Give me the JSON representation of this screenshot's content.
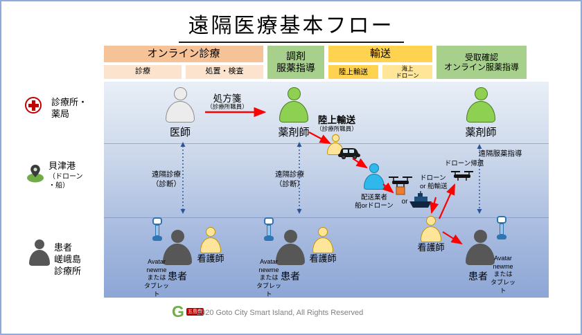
{
  "title": "遠隔医療基本フロー",
  "phases": {
    "online": {
      "label": "オンライン診療",
      "sub1": "診療",
      "sub2": "処置・検査"
    },
    "dispense": {
      "label": "調剤\n服薬指導"
    },
    "transport": {
      "label": "輸送",
      "sub1": "陸上輸送",
      "sub2": "海上\nドローン"
    },
    "receipt": {
      "label": "受取確認\nオンライン服薬指導"
    }
  },
  "sidebar": {
    "clinic": {
      "label": "診療所・\n薬局",
      "icon": "red-cross-icon"
    },
    "port": {
      "label": "貝津港",
      "sub": "（ドローン\n・船）",
      "icon": "port-icon"
    },
    "patient": {
      "label": "患者\n嵯峨島\n診療所",
      "icon": "patient-silhouette-icon"
    }
  },
  "actors": {
    "doctor": "医師",
    "pharmacist": "薬剤師",
    "nurse": "看護師",
    "patient": "患者",
    "courier": "配送業者\n船orドローン"
  },
  "flow": {
    "prescription": "処方箋",
    "clinic_staff": "（診療所職員）",
    "land_transport": "陸上輸送",
    "remote_care": "遠隔診療\n（診断）",
    "remote_medication": "遠隔服薬指導",
    "drone_or_ship": "ドローン\nor 船輸送",
    "or": "or",
    "drone_return": "ドローン帰還",
    "avatar": "Avatar\nnewme\nまたは\nタブレット"
  },
  "footer": {
    "logo_mark": "G",
    "logo_text": "五島市",
    "copyright": "2020 Goto City Smart Island, All Rights Reserved"
  },
  "colors": {
    "band_orange": "#F6C399",
    "band_orange_light": "#FBE3CD",
    "band_green": "#A8D08D",
    "band_yellow": "#FFD34F",
    "band_yellow_light": "#FFE598",
    "arrow_red": "#FF0000",
    "arrow_blue": "#2E5597",
    "border_blue": "#8EAADB"
  }
}
